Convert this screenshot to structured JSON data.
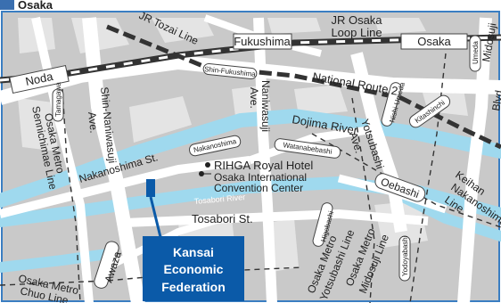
{
  "header_label": "Osaka",
  "colors": {
    "background": "#c9c9c9",
    "block": "#e4e4e4",
    "road": "#ffffff",
    "river": "#9fd9ee",
    "rail_dark": "#333333",
    "callout": "#0b5aa8",
    "frame": "#3a7ec2"
  },
  "stations": {
    "fukushima": "Fukushima",
    "osaka": "Osaka",
    "noda": "Noda",
    "shin_fukushima": "Shin-Fukushima",
    "tamagawa": "Tamagawa",
    "nishi_umeda": "Nishi-Umeda",
    "kitashinchi": "Kitashinchi",
    "higobashi": "Higobashi",
    "yodoyabashi": "Yodoyabashi",
    "umeda": "Umeda"
  },
  "lines": {
    "jr_tozai": "JR Tozai Line",
    "jr_osaka_loop_1": "JR Osaka",
    "jr_osaka_loop_2": "Loop Line",
    "sennichimae_1": "Osaka Metro",
    "sennichimae_2": "Sennichimae Line",
    "yotsubashi_1": "Osaka Metro",
    "yotsubashi_2": "Yotsubashi Line",
    "midosuji_1": "Osaka Metro",
    "midosuji_2": "Midosuji Line",
    "chuo_1": "Osaka Metro",
    "chuo_2": "Chuo Line",
    "keihan_1": "Keihan",
    "keihan_2": "Nakanoshima",
    "keihan_3": "Line"
  },
  "roads": {
    "national_route_2": "National Route 2",
    "nakanoshima_st": "Nakanoshima St.",
    "tosabori_st": "Tosabori St.",
    "shin_naniwasuji_1": "Shin-Naniwasuji",
    "shin_naniwasuji_2": "Ave.",
    "naniwasuji_1": "Naniwasuji",
    "naniwasuji_2": "Ave.",
    "yotsubashi_1": "Yotsubashi",
    "yotsubashi_2": "Ave.",
    "midosuji_1": "Midosuji",
    "midosuji_2": "Blvd.",
    "awaza": "Awaza"
  },
  "bridges": {
    "nakanoshima": "Nakanoshima",
    "watanabebashi": "Watanabebashi",
    "oebashi": "Oebashi"
  },
  "rivers": {
    "dojima": "Dojima River",
    "tosabori": "Tosabori River"
  },
  "landmarks": {
    "rihga": "RIHGA Royal Hotel",
    "oicc_1": "Osaka International",
    "oicc_2": "Convention Center"
  },
  "destination": {
    "line1": "Kansai",
    "line2": "Economic",
    "line3": "Federation"
  }
}
